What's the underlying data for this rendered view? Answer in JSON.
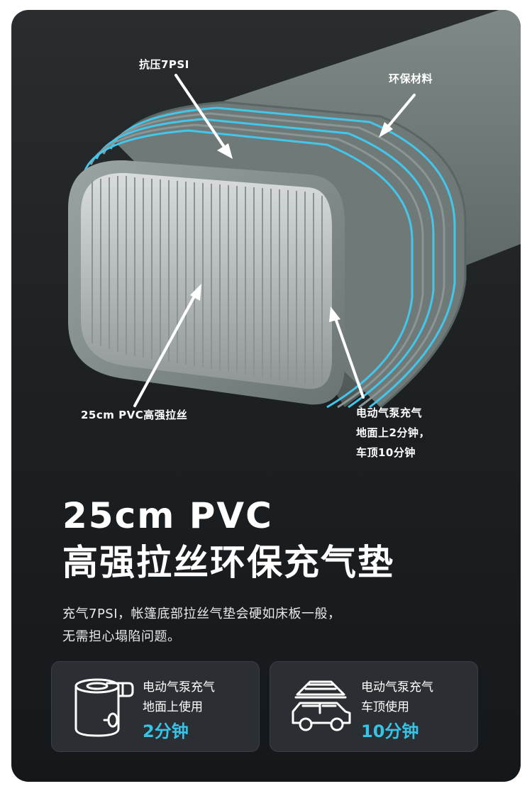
{
  "callouts": {
    "pressure": "抗压7PSI",
    "material": "环保材料",
    "drawstring": "25cm PVC高强拉丝",
    "inflate_lines": [
      "电动气泵充气",
      "地面上2分钟，",
      "车顶10分钟"
    ]
  },
  "headline": {
    "line1": "25cm PVC",
    "line2": "高强拉丝环保充气垫"
  },
  "description": {
    "line1": "充气7PSI，帐篷底部拉丝气垫会硬如床板一般，",
    "line2": "无需担心塌陷问题。"
  },
  "features": [
    {
      "icon": "air-pump-icon",
      "line1": "电动气泵充气",
      "line2": "地面上使用",
      "time": "2分钟"
    },
    {
      "icon": "car-roof-tent-icon",
      "line1": "电动气泵充气",
      "line2": "车顶使用",
      "time": "10分钟"
    }
  ],
  "colors": {
    "accent": "#37c3e6",
    "background": "#1e2124",
    "card": "#2b2f33"
  }
}
